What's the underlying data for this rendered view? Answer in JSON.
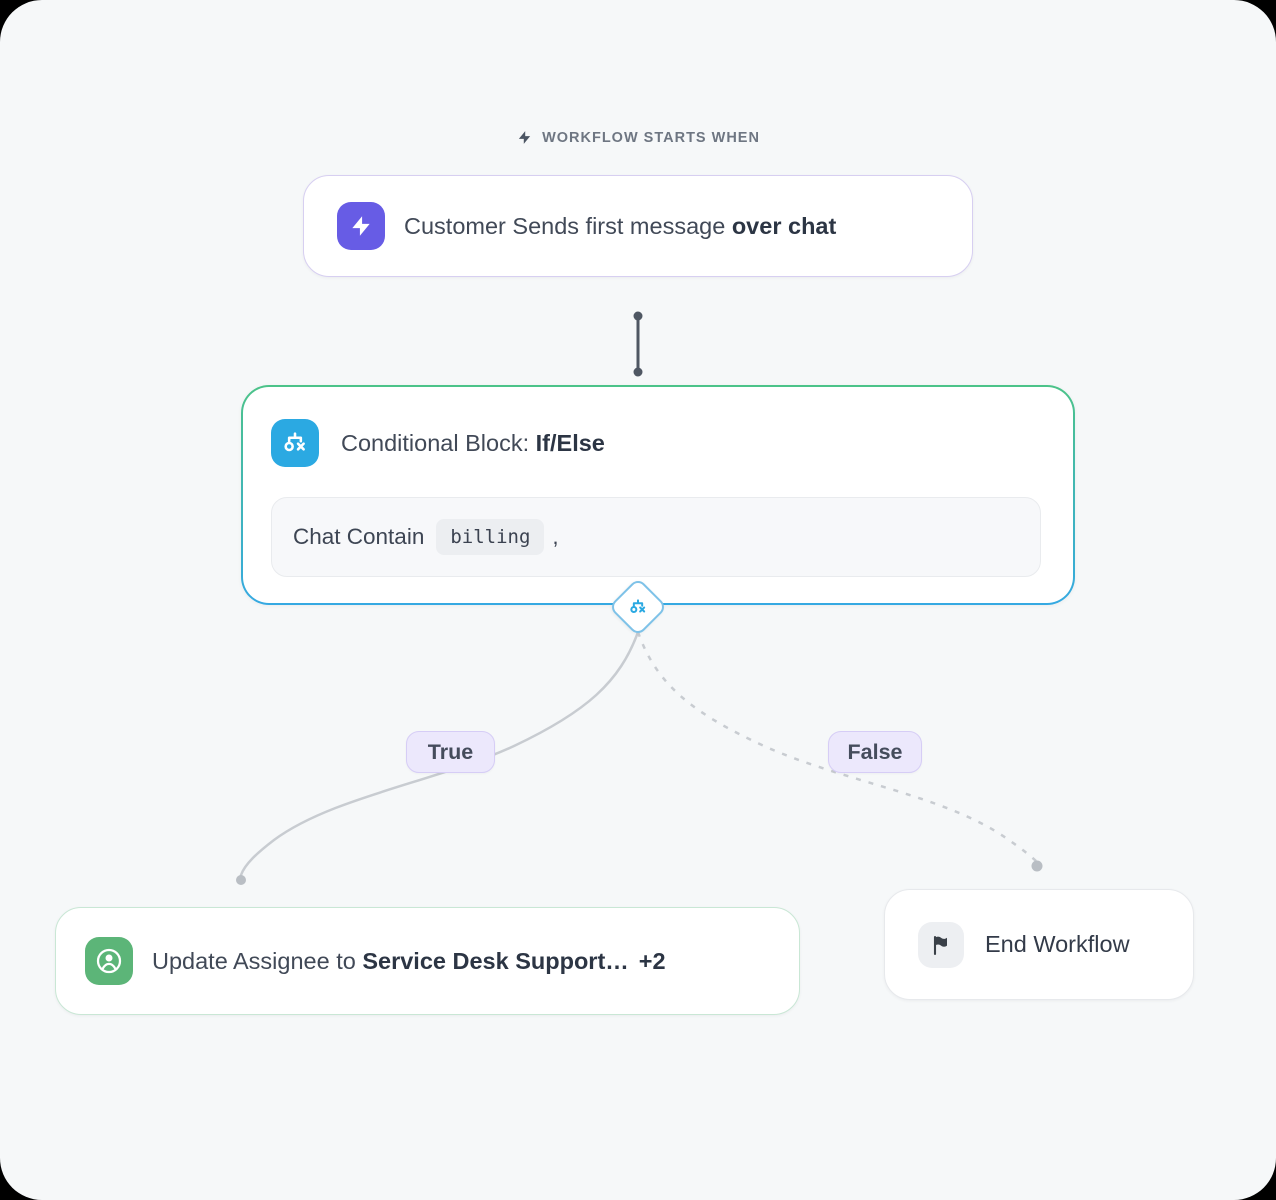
{
  "header": {
    "label": "WORKFLOW STARTS WHEN",
    "icon": "lightning-icon"
  },
  "trigger": {
    "text": "Customer Sends first message",
    "text_bold": "over chat",
    "icon": "lightning-icon"
  },
  "conditional": {
    "title": "Conditional Block:",
    "title_bold": "If/Else",
    "icon": "branch-icon",
    "condition_text": "Chat Contain",
    "condition_value": "billing",
    "condition_suffix": ","
  },
  "branches": {
    "true_label": "True",
    "false_label": "False",
    "junction_icon": "branch-icon"
  },
  "action": {
    "text": "Update Assignee to",
    "text_bold": "Service Desk Support…",
    "count_badge": "+2",
    "icon": "user-avatar-icon"
  },
  "end": {
    "label": "End Workflow",
    "icon": "flag-icon"
  },
  "colors": {
    "page_bg": "#f6f8f9",
    "accent_purple": "#675ce5",
    "accent_blue": "#2ba9e2",
    "accent_green": "#5cb578",
    "conditional_border_top": "#4cc389",
    "conditional_border_bottom": "#35a9e2",
    "trigger_border": "#d7cff1",
    "action_border": "#c9e7d5",
    "badge_bg": "#ece8fc",
    "badge_border": "#d6cdf6",
    "edge_gray": "#c8ccd1",
    "connector_dark": "#4f5763"
  }
}
